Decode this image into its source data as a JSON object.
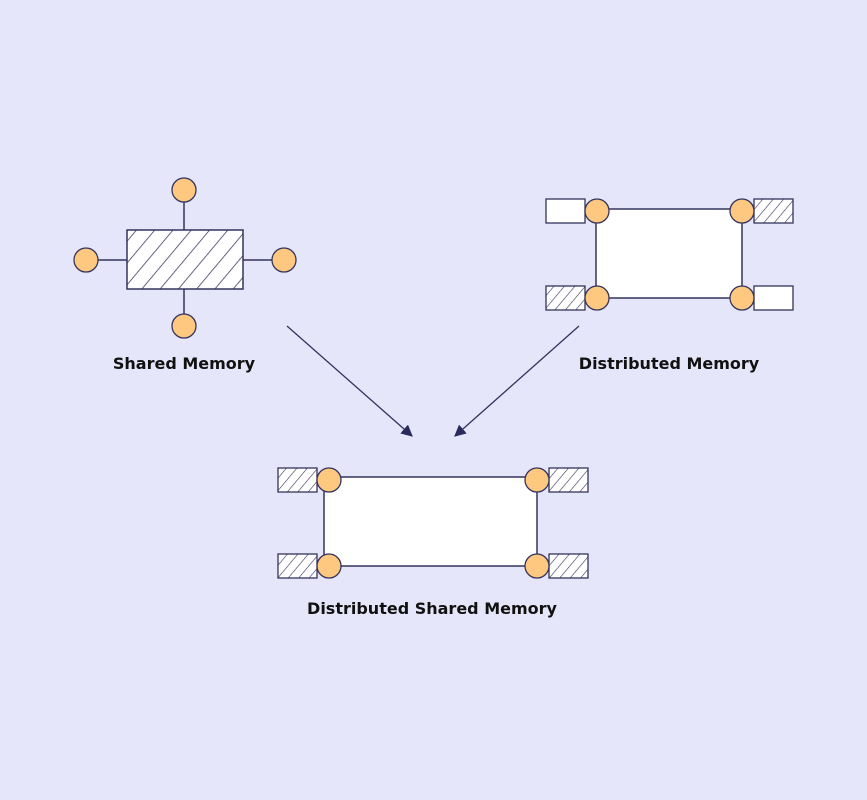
{
  "colors": {
    "background": "#e6e6fa",
    "stroke": "#33335c",
    "node_fill": "#ffc880",
    "box_fill": "#ffffff"
  },
  "diagram": {
    "nodes": [
      {
        "id": "shared-memory",
        "label": "Shared Memory"
      },
      {
        "id": "distributed-memory",
        "label": "Distributed Memory"
      },
      {
        "id": "distributed-shared-memory",
        "label": "Distributed Shared Memory"
      }
    ],
    "edges": [
      {
        "from": "shared-memory",
        "to": "distributed-shared-memory"
      },
      {
        "from": "distributed-memory",
        "to": "distributed-shared-memory"
      }
    ]
  }
}
